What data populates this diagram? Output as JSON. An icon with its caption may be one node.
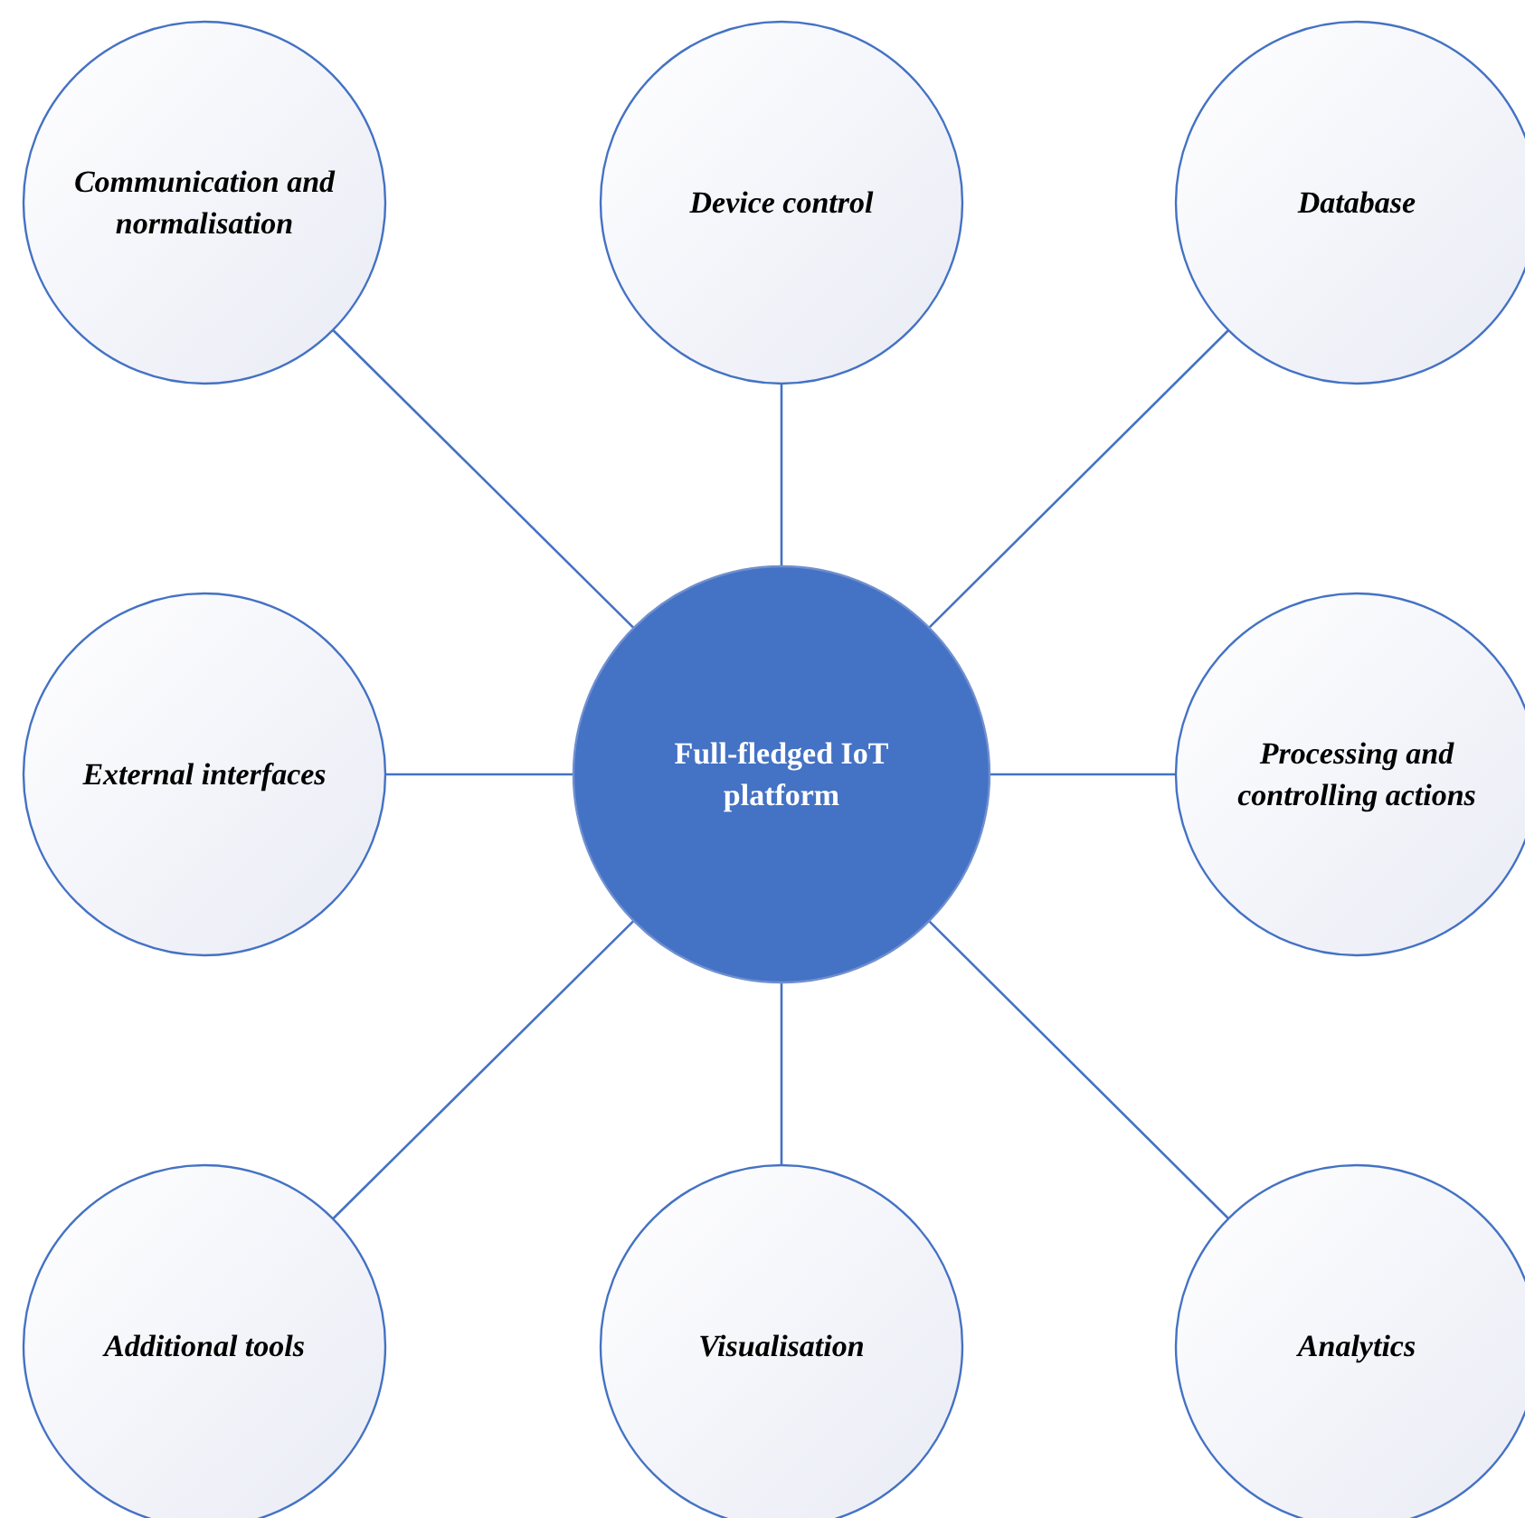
{
  "diagram": {
    "nodes": [
      {
        "text": [
          "Communication and normalisation"
        ]
      },
      {
        "text": [
          "Device control"
        ]
      },
      {
        "text": [
          "Database"
        ]
      },
      {
        "text": [
          "External interfaces"
        ]
      },
      {
        "text": [
          "Full-fledged IoT platform"
        ]
      },
      {
        "text": [
          "Processing and controlling actions"
        ]
      },
      {
        "text": [
          "Additional tools"
        ]
      },
      {
        "text": [
          "Visualisation"
        ]
      },
      {
        "text": [
          "Analytics"
        ]
      }
    ],
    "edges": [
      {
        "from": 4,
        "to": 0,
        "arrow": "none"
      },
      {
        "from": 4,
        "to": 1,
        "arrow": "none"
      },
      {
        "from": 4,
        "to": 2,
        "arrow": "none"
      },
      {
        "from": 4,
        "to": 3,
        "arrow": "none"
      },
      {
        "from": 4,
        "to": 5,
        "arrow": "none"
      },
      {
        "from": 4,
        "to": 6,
        "arrow": "none"
      },
      {
        "from": 4,
        "to": 7,
        "arrow": "none"
      },
      {
        "from": 4,
        "to": 8,
        "arrow": "none"
      }
    ]
  }
}
